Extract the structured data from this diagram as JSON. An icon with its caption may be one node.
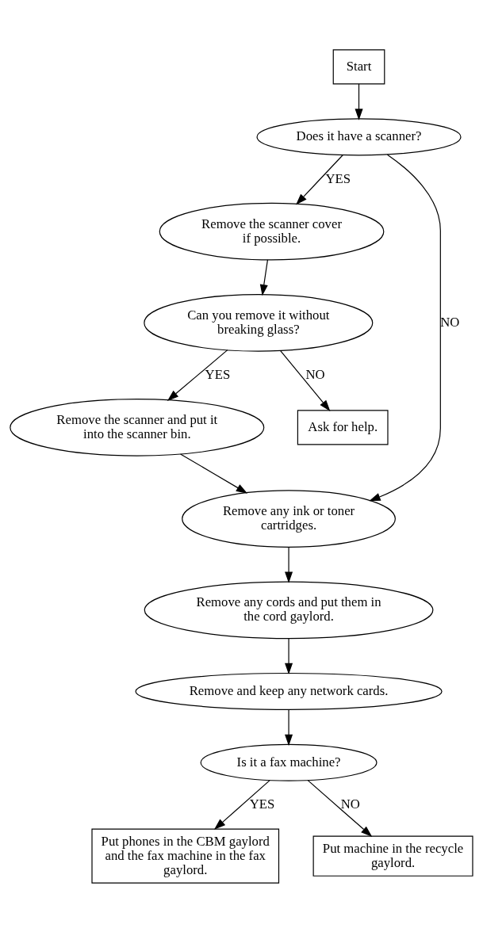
{
  "diagram": {
    "nodes": [
      {
        "text": [
          "Start"
        ]
      },
      {
        "text": [
          "Does it have a scanner?"
        ]
      },
      {
        "text": [
          "Remove the scanner cover if possible."
        ]
      },
      {
        "text": [
          "Can you remove it without breaking glass?"
        ]
      },
      {
        "text": [
          "Remove the scanner and put it into the scanner bin."
        ]
      },
      {
        "text": [
          "Ask for help."
        ]
      },
      {
        "text": [
          "Remove any ink or toner cartridges."
        ]
      },
      {
        "text": [
          "Remove any cords and put them in the cord gaylord."
        ]
      },
      {
        "text": [
          "Remove and keep any network cards."
        ]
      },
      {
        "text": [
          "Is it a fax machine?"
        ]
      },
      {
        "text": [
          "Put phones in the CBM gaylord and the fax machine in the fax gaylord."
        ]
      },
      {
        "text": [
          "Put machine in the recycle gaylord."
        ]
      }
    ],
    "edges": [
      {
        "from": 0,
        "to": 1,
        "arrow": "to"
      },
      {
        "from": 1,
        "to": 2,
        "arrow": "to",
        "label": "YES"
      },
      {
        "from": 1,
        "to": 6,
        "arrow": "to",
        "label": "NO"
      },
      {
        "from": 2,
        "to": 3,
        "arrow": "to"
      },
      {
        "from": 3,
        "to": 4,
        "arrow": "to",
        "label": "YES"
      },
      {
        "from": 3,
        "to": 5,
        "arrow": "to",
        "label": "NO"
      },
      {
        "from": 4,
        "to": 6,
        "arrow": "to"
      },
      {
        "from": 6,
        "to": 7,
        "arrow": "to"
      },
      {
        "from": 7,
        "to": 8,
        "arrow": "to"
      },
      {
        "from": 8,
        "to": 9,
        "arrow": "to"
      },
      {
        "from": 9,
        "to": 10,
        "arrow": "to",
        "label": "YES"
      },
      {
        "from": 9,
        "to": 11,
        "arrow": "to",
        "label": "NO"
      }
    ]
  }
}
